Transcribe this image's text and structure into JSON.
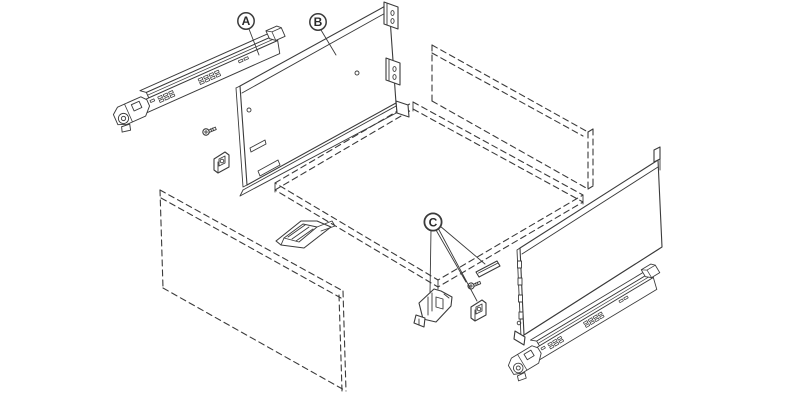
{
  "diagram": {
    "kind": "exploded-assembly-line-drawing",
    "background_color": "#ffffff",
    "line_color": "#3b3b3b",
    "label_text_color": "#2a2a2a",
    "callouts": [
      {
        "label": "A",
        "part": "drawer-runner-left"
      },
      {
        "label": "B",
        "part": "drawer-side-panel-left"
      },
      {
        "label": "C",
        "part": "front-fixing-bracket-set"
      }
    ],
    "parts": [
      "drawer-runner-left",
      "drawer-side-panel-left",
      "rear-panel-dashed",
      "drawer-bottom-dashed",
      "front-panel-dashed",
      "front-fixing-device",
      "fixing-bracket",
      "cover-cap",
      "locking-clip",
      "mounting-screw",
      "drawer-side-panel-right",
      "drawer-runner-right"
    ]
  }
}
